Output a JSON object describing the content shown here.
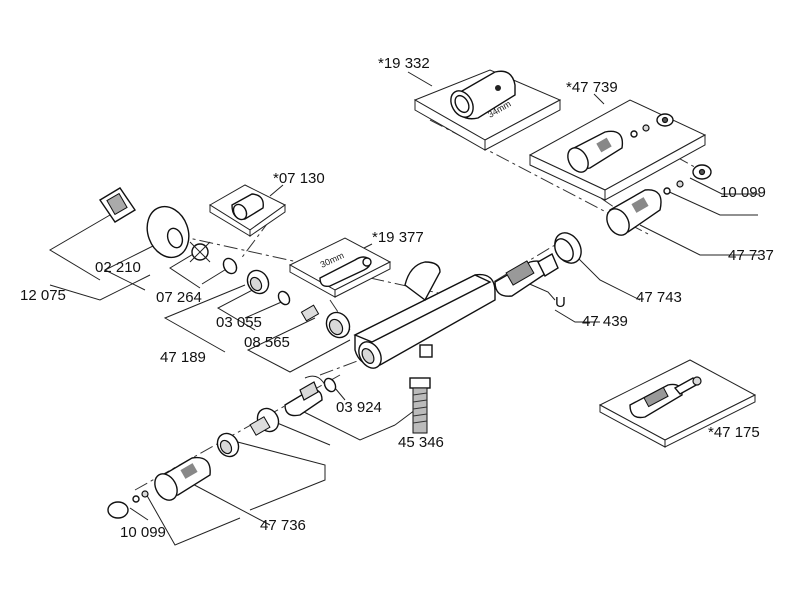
{
  "labels": {
    "p19332": "*19 332",
    "p47739": "*47 739",
    "p07130": "*07 130",
    "p19377": "*19 377",
    "p10099_right": "10 099",
    "p47737": "47 737",
    "p02210": "02 210",
    "p12075": "12 075",
    "p07264": "07 264",
    "p03055": "03 055",
    "p47189": "47 189",
    "p08565": "08 565",
    "p47743": "47 743",
    "pU": "U",
    "p47439": "47 439",
    "p03924": "03 924",
    "p45346": "45 346",
    "p47175": "*47 175",
    "p10099_left": "10 099",
    "p47736": "47 736"
  },
  "annotations": {
    "size34": "34mm",
    "size30": "30mm"
  }
}
